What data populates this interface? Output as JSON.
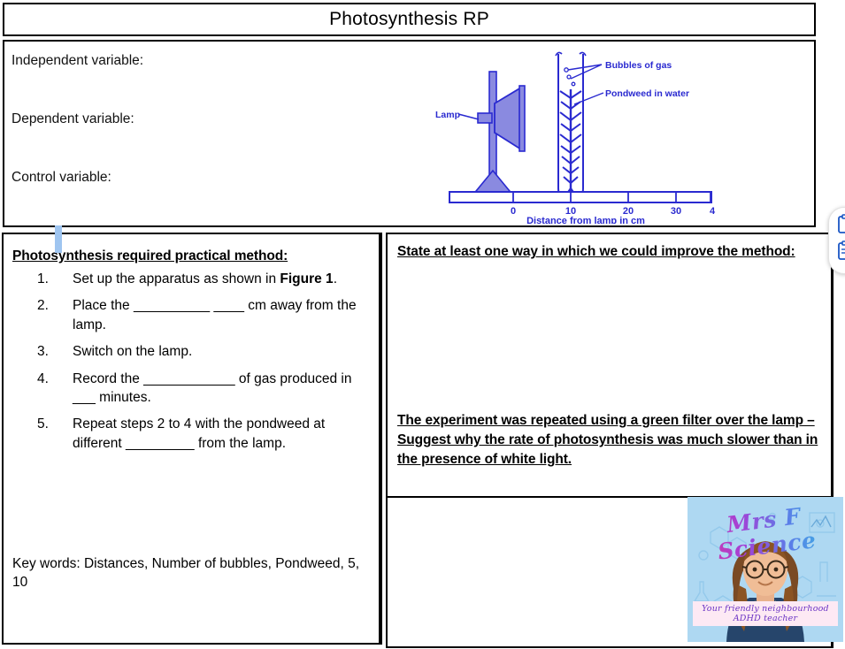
{
  "title": "Photosynthesis RP",
  "variables": {
    "independent": "Independent variable:",
    "dependent": "Dependent variable:",
    "control": "Control variable:"
  },
  "diagram": {
    "labels": {
      "lamp": "Lamp",
      "bubbles": "Bubbles of gas",
      "pondweed": "Pondweed in water",
      "axis_caption": "Distance from lamp in cm"
    },
    "ruler_ticks": [
      "0",
      "10",
      "20",
      "30",
      "4"
    ],
    "colors": {
      "ink": "#2a2ad0",
      "fill": "#8a8ae0"
    }
  },
  "method": {
    "heading": "Photosynthesis required practical method:",
    "steps": [
      {
        "pre": "Set up the apparatus as shown in ",
        "bold": "Figure 1",
        "post": "."
      },
      {
        "pre": "Place the ",
        "blank1": "__________",
        "mid": " ",
        "blank2": "____",
        "post": " cm away from the lamp."
      },
      {
        "pre": "Switch on the lamp."
      },
      {
        "pre": "Record the ",
        "blank1": "____________",
        "mid": " of gas produced in ",
        "blank2": "___",
        "post": " minutes."
      },
      {
        "pre": "Repeat steps 2 to 4 with the pondweed at different ",
        "blank1": "_________",
        "post": " from the lamp."
      }
    ],
    "key_words": "Key words: Distances, Number of bubbles, Pondweed, 5, 10"
  },
  "questions": [
    {
      "text": "State at least one way in which we could improve the method:"
    },
    {
      "text": "The experiment was repeated using a green filter over the lamp – Suggest why the rate of photosynthesis was much slower than in the presence of white light."
    }
  ],
  "logo": {
    "title": "Mrs F Science",
    "tagline": "Your friendly neighbourhood ADHD teacher",
    "background": "#aed8f2"
  },
  "paste_popup": {
    "items": [
      "paste-icon",
      "paste-text-icon"
    ]
  }
}
